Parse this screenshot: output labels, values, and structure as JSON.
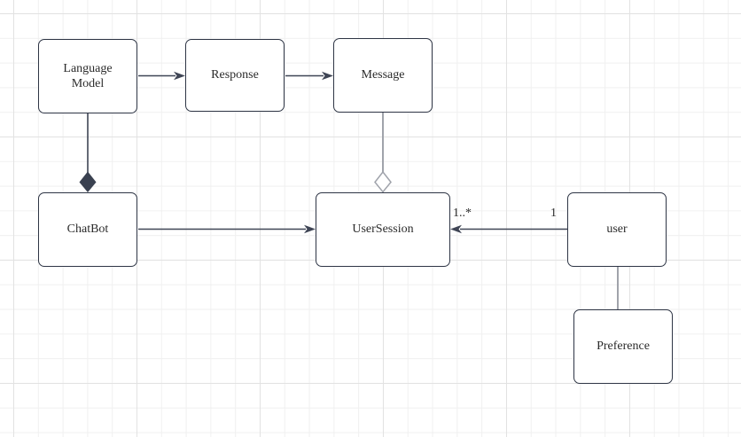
{
  "colors": {
    "background": "#ffffff",
    "grid_minor": "#f0f0f0",
    "grid_major": "#e2e2e2",
    "node_fill": "#ffffff",
    "node_border": "#2e3545",
    "edge_dark": "#3f4555",
    "edge_gray": "#a0a3ab",
    "text": "#2b2b2b"
  },
  "diagram": {
    "nodes": [
      {
        "id": "language-model",
        "label": "Language Model"
      },
      {
        "id": "response",
        "label": "Response"
      },
      {
        "id": "message",
        "label": "Message"
      },
      {
        "id": "chatbot",
        "label": "ChatBot"
      },
      {
        "id": "user-session",
        "label": "UserSession"
      },
      {
        "id": "user",
        "label": "user"
      },
      {
        "id": "preference",
        "label": "Preference"
      }
    ],
    "edges": [
      {
        "from": "Language Model",
        "to": "Response",
        "type": "directed-arrow"
      },
      {
        "from": "Response",
        "to": "Message",
        "type": "directed-arrow"
      },
      {
        "from": "Language Model",
        "to": "ChatBot",
        "type": "composition-filled-diamond"
      },
      {
        "from": "Message",
        "to": "UserSession",
        "type": "aggregation-hollow-diamond"
      },
      {
        "from": "ChatBot",
        "to": "UserSession",
        "type": "directed-arrow"
      },
      {
        "from": "user",
        "to": "UserSession",
        "type": "directed-arrow",
        "source_label": "1",
        "target_label": "1..*"
      },
      {
        "from": "user",
        "to": "Preference",
        "type": "plain-line"
      }
    ]
  }
}
